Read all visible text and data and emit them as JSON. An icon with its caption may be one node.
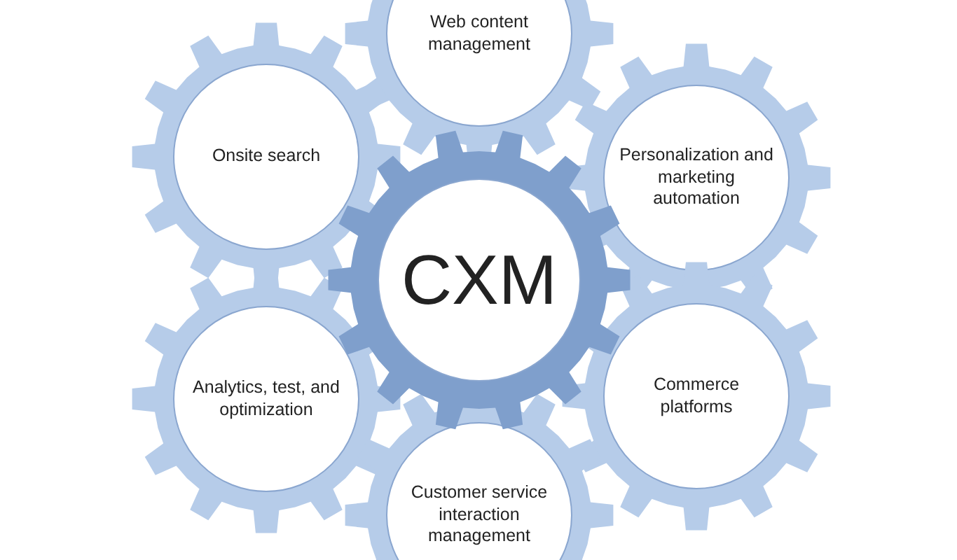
{
  "diagram": {
    "nodes": [
      {
        "text": [
          "Web content management"
        ]
      },
      {
        "text": [
          "Onsite search"
        ]
      },
      {
        "text": [
          "Personalization and marketing automation"
        ]
      },
      {
        "text": [
          "CXM"
        ]
      },
      {
        "text": [
          "Analytics, test, and optimization"
        ]
      },
      {
        "text": [
          "Commerce platforms"
        ]
      },
      {
        "text": [
          "Customer service interaction management"
        ]
      }
    ]
  }
}
